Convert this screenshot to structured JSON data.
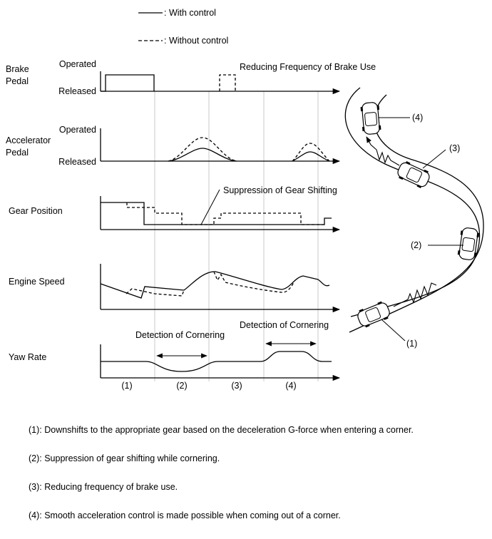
{
  "legend": {
    "with_control": ": With control",
    "without_control": ": Without control"
  },
  "rows": {
    "brake": {
      "label_line1": "Brake",
      "label_line2": "Pedal",
      "state_high": "Operated",
      "state_low": "Released",
      "annotation": "Reducing Frequency of Brake Use"
    },
    "accelerator": {
      "label_line1": "Accelerator",
      "label_line2": "Pedal",
      "state_high": "Operated",
      "state_low": "Released"
    },
    "gear": {
      "label": "Gear Position",
      "annotation": "Suppression of Gear Shifting"
    },
    "engine": {
      "label": "Engine Speed"
    },
    "yaw": {
      "label": "Yaw Rate",
      "annotation_1": "Detection of Cornering",
      "annotation_2": "Detection of Cornering"
    }
  },
  "phases": [
    "(1)",
    "(2)",
    "(3)",
    "(4)"
  ],
  "road_markers": [
    "(1)",
    "(2)",
    "(3)",
    "(4)"
  ],
  "notes": [
    "(1): Downshifts to the appropriate gear based on the deceleration G-force when entering a corner.",
    "(2): Suppression of gear shifting while cornering.",
    "(3): Reducing frequency of brake use.",
    "(4): Smooth acceleration control is made possible when coming out of a corner."
  ]
}
